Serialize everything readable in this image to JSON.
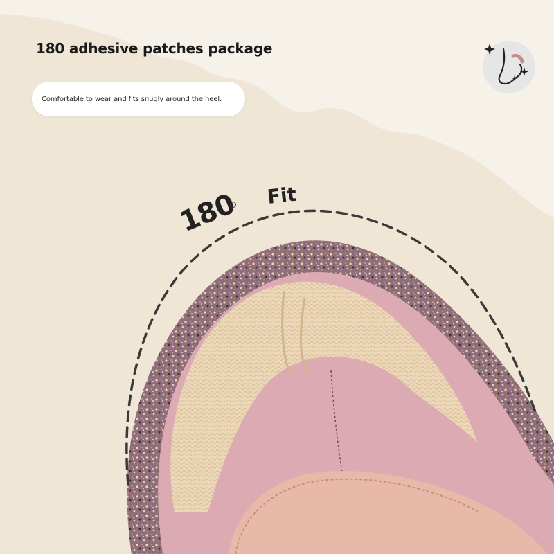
{
  "headline": "180 adhesive patches package",
  "subtext": "Comfortable to wear and fits snugly around the heel.",
  "fit_label": "Fit",
  "degree_label": "180",
  "badge": {
    "icon": "foot-heel-sparkle-icon"
  },
  "colors": {
    "background": "#efe6d6",
    "cream_top": "#f6f1e9",
    "shoe_glitter": "#8e6e78",
    "shoe_pink": "#dcaab2",
    "heel_pad": "#ecd7b8",
    "insole": "#e8b9a8",
    "text": "#1a1a1a"
  }
}
